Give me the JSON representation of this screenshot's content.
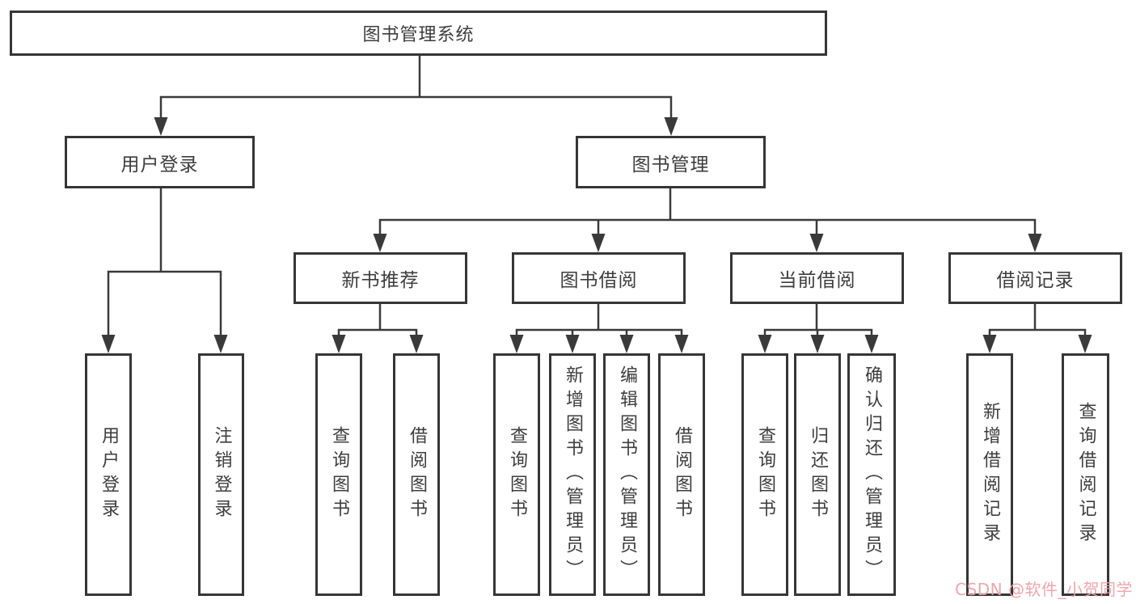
{
  "tree": {
    "label": "图书管理系统",
    "children": [
      {
        "label": "用户登录",
        "children": [
          {
            "label": "用户登录"
          },
          {
            "label": "注销登录"
          }
        ]
      },
      {
        "label": "图书管理",
        "children": [
          {
            "label": "新书推荐",
            "children": [
              {
                "label": "查询图书"
              },
              {
                "label": "借阅图书"
              }
            ]
          },
          {
            "label": "图书借阅",
            "children": [
              {
                "label": "查询图书"
              },
              {
                "label": "新增图书（管理员）"
              },
              {
                "label": "编辑图书（管理员）"
              },
              {
                "label": "借阅图书"
              }
            ]
          },
          {
            "label": "当前借阅",
            "children": [
              {
                "label": "查询图书"
              },
              {
                "label": "归还图书"
              },
              {
                "label": "确认归还（管理员）"
              }
            ]
          },
          {
            "label": "借阅记录",
            "children": [
              {
                "label": "新增借阅记录"
              },
              {
                "label": "查询借阅记录"
              }
            ]
          }
        ]
      }
    ]
  },
  "watermark": {
    "text": "CSDN @软件_小贺同学"
  },
  "colors": {
    "line": "#3a3a3a",
    "box_border": "#363636",
    "text": "#3d3d3d",
    "watermark": "#f0a1a7",
    "background": "#ffffff"
  }
}
